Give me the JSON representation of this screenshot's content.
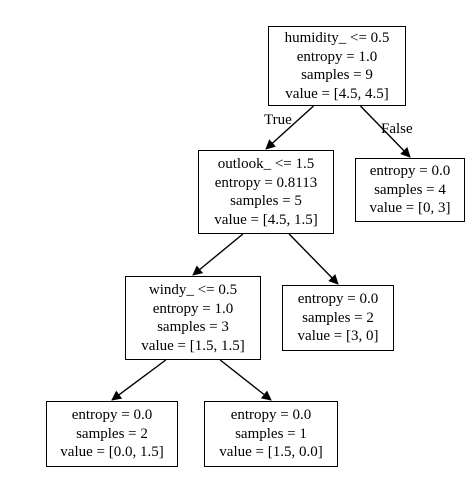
{
  "tree": {
    "nodes": [
      {
        "id": "n0",
        "lines": [
          "humidity_ <= 0.5",
          "entropy = 1.0",
          "samples = 9",
          "value = [4.5, 4.5]"
        ]
      },
      {
        "id": "n1",
        "lines": [
          "outlook_ <= 1.5",
          "entropy = 0.8113",
          "samples = 5",
          "value = [4.5, 1.5]"
        ]
      },
      {
        "id": "n2",
        "lines": [
          "entropy = 0.0",
          "samples = 4",
          "value = [0, 3]"
        ]
      },
      {
        "id": "n3",
        "lines": [
          "windy_ <= 0.5",
          "entropy = 1.0",
          "samples = 3",
          "value = [1.5, 1.5]"
        ]
      },
      {
        "id": "n4",
        "lines": [
          "entropy = 0.0",
          "samples = 2",
          "value = [3, 0]"
        ]
      },
      {
        "id": "n5",
        "lines": [
          "entropy = 0.0",
          "samples = 2",
          "value = [0.0, 1.5]"
        ]
      },
      {
        "id": "n6",
        "lines": [
          "entropy = 0.0",
          "samples = 1",
          "value = [1.5, 0.0]"
        ]
      }
    ],
    "edges": [
      {
        "from": "n0",
        "to": "n1",
        "label": "True"
      },
      {
        "from": "n0",
        "to": "n2",
        "label": "False"
      },
      {
        "from": "n1",
        "to": "n3",
        "label": ""
      },
      {
        "from": "n1",
        "to": "n4",
        "label": ""
      },
      {
        "from": "n3",
        "to": "n5",
        "label": ""
      },
      {
        "from": "n3",
        "to": "n6",
        "label": ""
      }
    ]
  }
}
